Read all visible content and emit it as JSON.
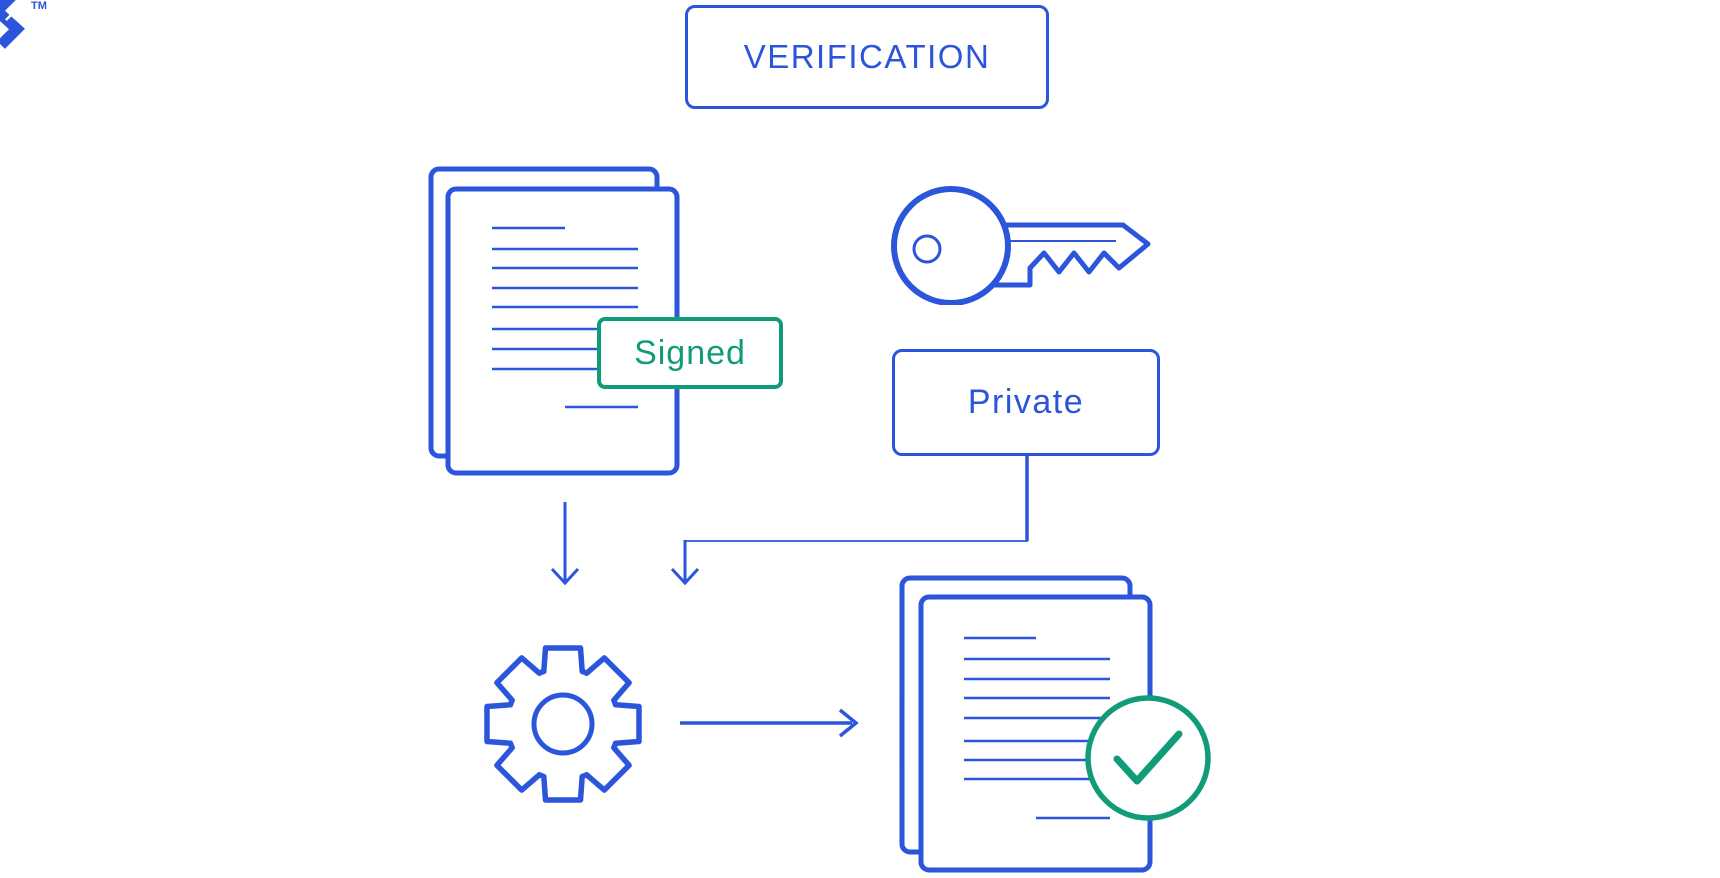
{
  "logo": {
    "trademark": "TM"
  },
  "verification": {
    "label": "VERIFICATION"
  },
  "signed_badge": {
    "label": "Signed"
  },
  "private_badge": {
    "label": "Private"
  },
  "colors": {
    "brand_blue": "#2B55DB",
    "brand_green": "#109B79"
  },
  "icons": {
    "logo": "logo-mark-icon",
    "signed_document": "signed-documents-icon",
    "key": "key-icon",
    "gear": "gear-icon",
    "verified_document": "verified-documents-icon",
    "check": "check-icon"
  }
}
